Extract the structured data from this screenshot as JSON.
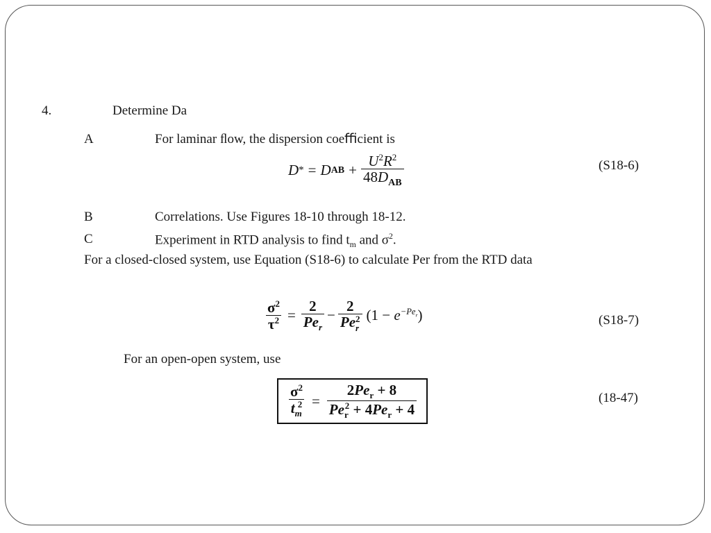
{
  "item": {
    "number": "4.",
    "heading": "Determine Da"
  },
  "A": {
    "letter": "A",
    "text": "For laminar ﬂow, the dispersion coeﬃcient is"
  },
  "eq1": {
    "label": "(S18-6)"
  },
  "B": {
    "letter": "B",
    "text": "Correlations. Use Figures 18-10 through 18-12."
  },
  "C": {
    "letter": "C",
    "text_before": "Experiment in RTD analysis to find t",
    "sub_m": "m",
    "text_and": " and σ",
    "sup_2": "2",
    "text_end": "."
  },
  "closed": {
    "text": "For a closed-closed system, use Equation (S18-6) to calculate Per from the RTD data"
  },
  "eq2": {
    "label": "(S18-7)"
  },
  "open": {
    "text": "For an open-open system, use"
  },
  "eq3": {
    "label": "(18-47)"
  }
}
